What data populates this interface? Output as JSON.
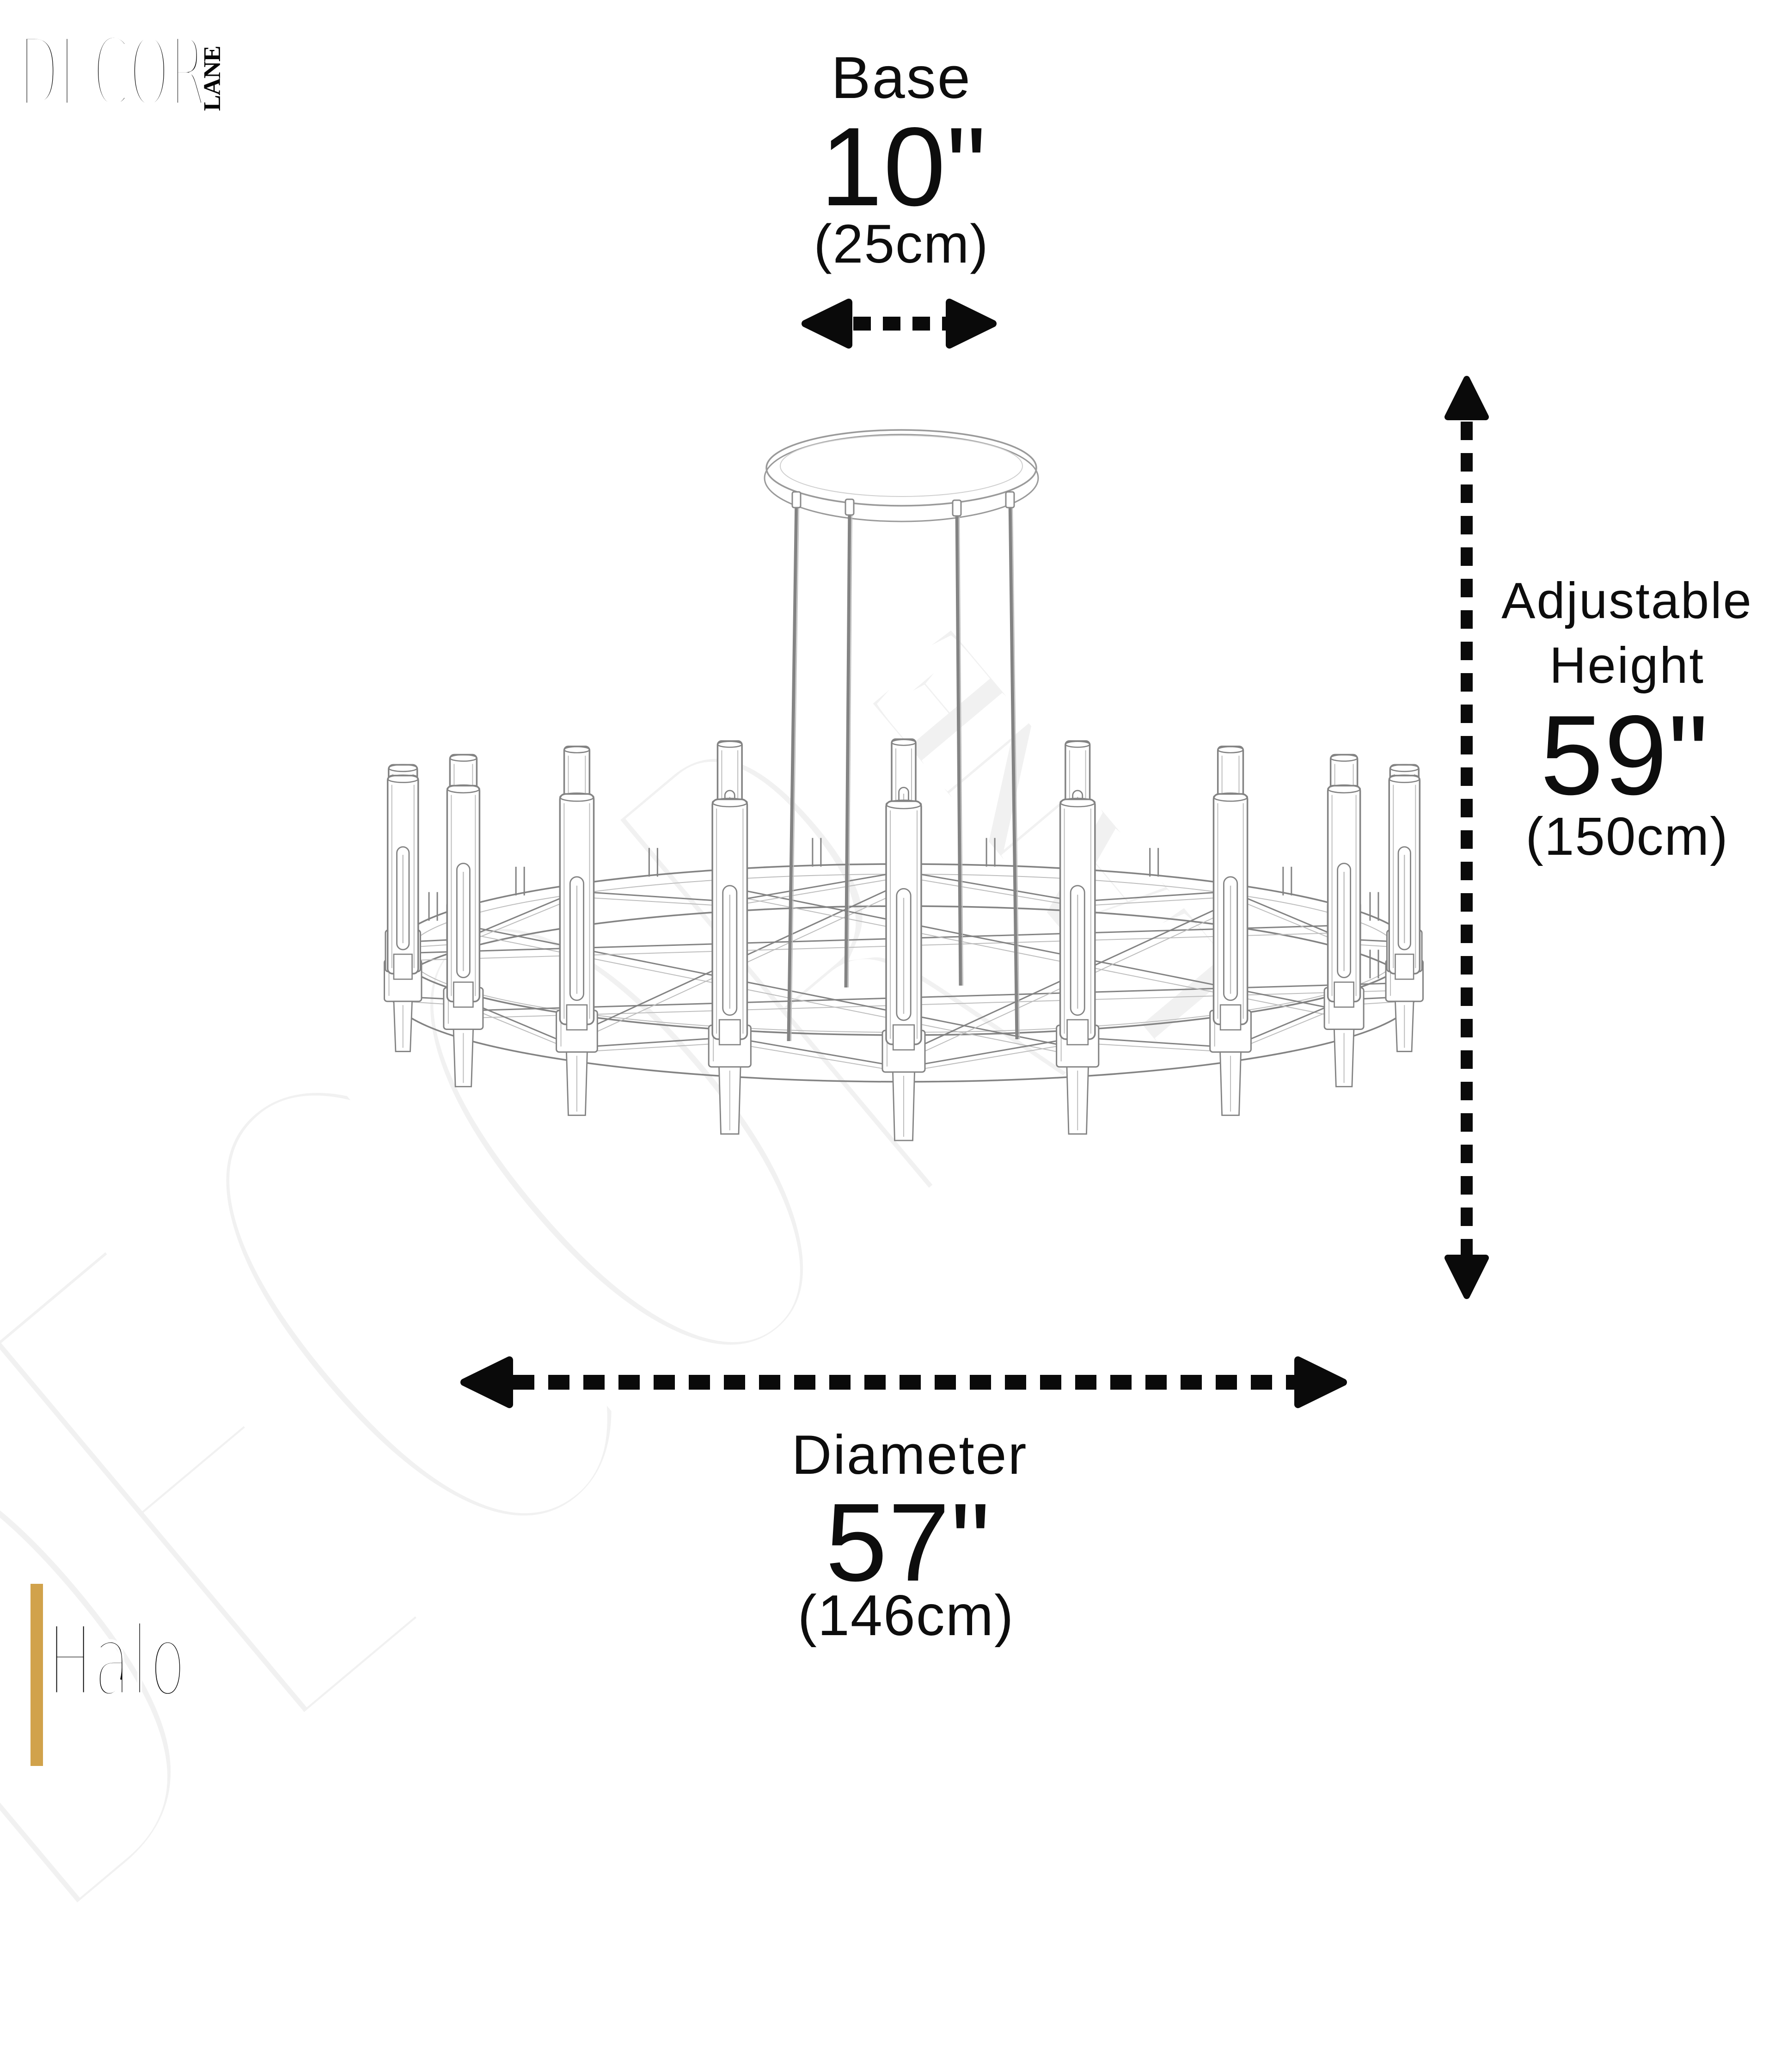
{
  "brand": {
    "name": "DECOR",
    "suffix": "LANE"
  },
  "watermark": {
    "name": "DECOR",
    "suffix": "LANE"
  },
  "product": {
    "name": "Halo"
  },
  "dimensions": {
    "base": {
      "label": "Base",
      "imperial": "10\"",
      "metric": "(25cm)"
    },
    "adjustable_height": {
      "label_line1": "Adjustable",
      "label_line2": "Height",
      "imperial": "59\"",
      "metric": "(150cm)"
    },
    "diameter": {
      "label": "Diameter",
      "imperial": "57\"",
      "metric": "(146cm)"
    }
  },
  "icons": {
    "base_arrow": "horizontal-double-arrow-dashed",
    "height_arrow": "vertical-double-arrow-dashed",
    "diameter_arrow": "horizontal-double-arrow-dashed"
  },
  "colors": {
    "accent_gold": "#d1a24b",
    "ink": "#0a0a0a",
    "sketch_stroke": "#8a8a8a",
    "watermark_tint": "rgba(0,0,0,0.055)"
  },
  "drawing": {
    "subject": "ring-chandelier-line-sketch",
    "shade_count": 18,
    "suspension_rods": 4
  }
}
